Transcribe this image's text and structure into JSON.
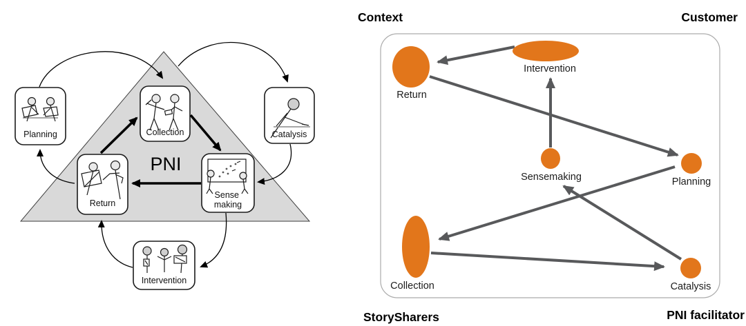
{
  "figure": {
    "description": "PNI process cycle triangle compared with a context map of the same six phases"
  },
  "left_diagram": {
    "pni_label": "PNI",
    "nodes": {
      "planning": "Planning",
      "collection": "Collection",
      "catalysis": "Catalysis",
      "return": "Return",
      "sense_line1": "Sense",
      "sense_line2": "making",
      "intervention": "Intervention"
    },
    "bold_edges": [
      "Return → Collection",
      "Collection → Sense making",
      "Sense making → Return"
    ],
    "curved_edges": [
      "Planning → Collection",
      "Collection → Catalysis",
      "Catalysis → Sense making",
      "Sense making → Intervention",
      "Intervention → Return",
      "Return → Planning"
    ]
  },
  "right_diagram": {
    "corner_labels": {
      "top_left": "Context",
      "top_right": "Customer",
      "bottom_left": "StorySharers",
      "bottom_right": "PNI facilitator"
    },
    "nodes": {
      "return": "Return",
      "intervention": "Intervention",
      "sensemaking": "Sensemaking",
      "planning": "Planning",
      "collection": "Collection",
      "catalysis": "Catalysis"
    },
    "edges": [
      "Intervention → Return",
      "Return → Planning",
      "Sensemaking → Intervention",
      "Planning → Collection",
      "Collection → Catalysis",
      "Catalysis → Sensemaking"
    ],
    "colors": {
      "node_fill": "#E2761B",
      "arrow": "#58595B",
      "frame_border": "#ABABAB"
    }
  }
}
